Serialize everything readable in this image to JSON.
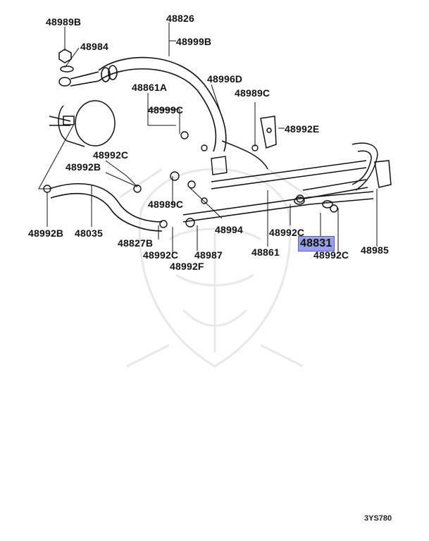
{
  "labels": {
    "p48989B": "48989B",
    "p48984": "48984",
    "p48826": "48826",
    "p48999B": "48999B",
    "p48996D": "48996D",
    "p48861A": "48861A",
    "p48989C_top": "48989C",
    "p48999C": "48999C",
    "p48992E": "48992E",
    "p48992C_left": "48992C",
    "p48992B_top": "48992B",
    "p48989C_mid": "48989C",
    "p48994": "48994",
    "p48992C_right": "48992C",
    "p48831": "48831",
    "p48985": "48985",
    "p48992C_far": "48992C",
    "p48992B_bottom": "48992B",
    "p48035": "48035",
    "p48827B": "48827B",
    "p48992C_bottom": "48992C",
    "p48987": "48987",
    "p48992F": "48992F",
    "p48861": "48861"
  },
  "highlighted_part": "48831",
  "highlight_color": "#9aa0e6",
  "diagram_code": "3YS780"
}
